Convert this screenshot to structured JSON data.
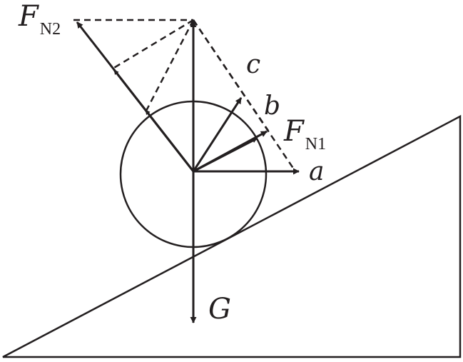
{
  "colors": {
    "ink": "#231f20",
    "background": "#ffffff"
  },
  "labels": {
    "fn2_main": "F",
    "fn2_sub": "N2",
    "fn1_main": "F",
    "fn1_sub": "N1",
    "c": "c",
    "b": "b",
    "a": "a",
    "g": "G"
  }
}
